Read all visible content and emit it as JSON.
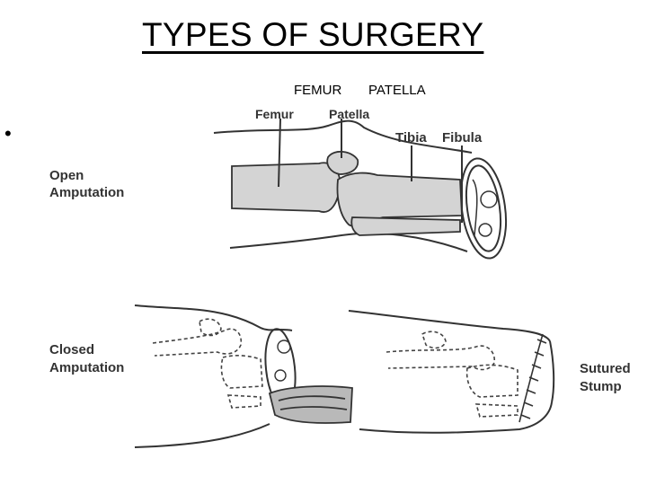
{
  "slide": {
    "title": "TYPES OF SURGERY",
    "subtitle_labels": [
      "FEMUR",
      "PATELLA"
    ],
    "bullet": "•"
  },
  "diagram": {
    "labels": {
      "femur_partial": "Femur",
      "patella_partial": "Patella",
      "tibia": "Tibia",
      "fibula": "Fibula",
      "open_line1": "Open",
      "open_line2": "Amputation",
      "closed_line1": "Closed",
      "closed_line2": "Amputation",
      "sutured_line1": "Sutured",
      "sutured_line2": "Stump"
    },
    "colors": {
      "ink": "#333333",
      "bone_fill": "#d4d4d4",
      "flap_fill": "#b9b9b9"
    }
  }
}
